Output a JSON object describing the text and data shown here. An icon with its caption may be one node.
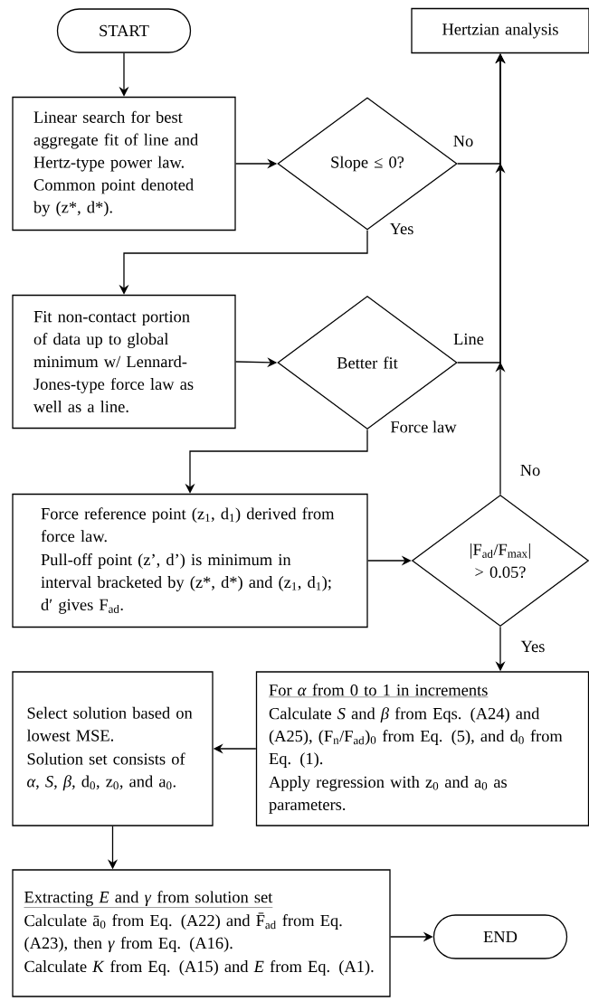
{
  "diagram": {
    "nodes": [
      {
        "text": [
          "START"
        ]
      },
      {
        "text": [
          "Linear search for best aggregate fit of line and Hertz-type power law.  Common point denoted by (z*, d*)."
        ]
      },
      {
        "text": [
          "Slope ≤ 0?"
        ]
      },
      {
        "text": [
          "Hertzian analysis"
        ]
      },
      {
        "text": [
          "Fit non-contact portion of data up to global minimum w/ Lennard-Jones-type force law as well as a line."
        ]
      },
      {
        "text": [
          "Better fit"
        ]
      },
      {
        "text": [
          "Force reference point (z$_{1}$, d$_{1}$) derived from force law.",
          "Pull-off point (z’, d’) is minimum in interval bracketed by (z*, d*) and (z$_{1}$, d$_{1}$); d′ gives F$_{ad}$."
        ]
      },
      {
        "text": [
          "|F$_{ad}$/F$_{max}$| > 0.05?"
        ]
      },
      {
        "text": [
          "For *α* from 0 to 1 in increments",
          "Calculate *S* and *β* from Eqs. (A24) and (A25), (F$_{n}$/F$_{ad}$)$_{0}$ from Eq. (5), and d$_{0}$ from Eq. (1).",
          "Apply regression with z$_{0}$ and a$_{0}$ as parameters."
        ]
      },
      {
        "text": [
          "Select solution based on lowest MSE.",
          "Solution set consists of *α*, *S*, *β*, d$_{0}$, z$_{0}$, and a$_{0}$."
        ]
      },
      {
        "text": [
          "Extracting *E* and *γ* from solution set",
          "Calculate ā$_{0}$ from Eq. (A22) and F̄$_{ad}$ from Eq. (A23), then *γ* from Eq. (A16).",
          "Calculate *K* from Eq. (A15) and *E* from Eq. (A1)."
        ]
      },
      {
        "text": [
          "END"
        ]
      }
    ],
    "edges": [
      {
        "from": 0,
        "to": 1,
        "arrow": "to"
      },
      {
        "from": 1,
        "to": 2,
        "arrow": "to"
      },
      {
        "from": 2,
        "to": 3,
        "arrow": "to",
        "label": "No"
      },
      {
        "from": 2,
        "to": 4,
        "arrow": "to",
        "label": "Yes"
      },
      {
        "from": 4,
        "to": 5,
        "arrow": "to"
      },
      {
        "from": 5,
        "to": 3,
        "arrow": "to",
        "label": "Line"
      },
      {
        "from": 5,
        "to": 6,
        "arrow": "to",
        "label": "Force law"
      },
      {
        "from": 6,
        "to": 7,
        "arrow": "to"
      },
      {
        "from": 7,
        "to": 3,
        "arrow": "to",
        "label": "No"
      },
      {
        "from": 7,
        "to": 8,
        "arrow": "to",
        "label": "Yes"
      },
      {
        "from": 8,
        "to": 9,
        "arrow": "to"
      },
      {
        "from": 9,
        "to": 10,
        "arrow": "to"
      },
      {
        "from": 10,
        "to": 11,
        "arrow": "to"
      }
    ]
  }
}
